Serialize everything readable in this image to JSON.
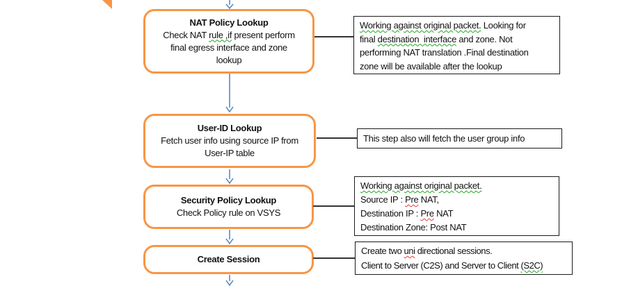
{
  "diagram": {
    "type": "flowchart",
    "flow_steps": [
      {
        "title": "NAT Policy Lookup",
        "body_lines": [
          [
            {
              "t": "Check NAT "
            },
            {
              "t": "rule ,if",
              "u": "green"
            },
            {
              "t": " present perform"
            }
          ],
          [
            {
              "t": "final egress interface and zone"
            }
          ],
          [
            {
              "t": "lookup"
            }
          ]
        ]
      },
      {
        "title": "User-ID Lookup",
        "body_lines": [
          [
            {
              "t": "Fetch user info using source IP from"
            }
          ],
          [
            {
              "t": "User-IP table"
            }
          ]
        ]
      },
      {
        "title": "Security Policy Lookup",
        "body_lines": [
          [
            {
              "t": "Check Policy rule on VSYS"
            }
          ]
        ]
      },
      {
        "title": "Create Session",
        "body_lines": []
      }
    ],
    "notes": [
      {
        "lines": [
          [
            {
              "t": "Working against original packet.",
              "u": "green"
            },
            {
              "t": " Looking for"
            }
          ],
          [
            {
              "t": "final "
            },
            {
              "t": "destination  interface",
              "u": "green"
            },
            {
              "t": " and zone. Not"
            }
          ],
          [
            {
              "t": "performing NAT translation .Final destination"
            }
          ],
          [
            {
              "t": "zone will be available after the lookup"
            }
          ]
        ]
      },
      {
        "lines": [
          [
            {
              "t": "This step also will fetch the user group info"
            }
          ]
        ]
      },
      {
        "lines": [
          [
            {
              "t": "Working against original packet.",
              "u": "green"
            }
          ],
          [
            {
              "t": "Source IP : "
            },
            {
              "t": "Pre",
              "u": "red"
            },
            {
              "t": " NAT,"
            }
          ],
          [
            {
              "t": "Destination IP : "
            },
            {
              "t": "Pre",
              "u": "red"
            },
            {
              "t": " NAT"
            }
          ],
          [
            {
              "t": "Destination Zone: Post NAT"
            }
          ]
        ]
      },
      {
        "lines": [
          [
            {
              "t": "Create two "
            },
            {
              "t": "uni",
              "u": "red"
            },
            {
              "t": " directional sessions."
            }
          ],
          [
            {
              "t": "Client to Server (C2S) and Server to Client "
            },
            {
              "t": "(S2C)",
              "u": "green"
            }
          ]
        ]
      }
    ],
    "colors": {
      "step_border": "#F79646",
      "arrow": "#4F81BD",
      "note_border": "#1A1A1A",
      "connector": "#333333",
      "grammar_squiggle": "#1DA81D",
      "spelling_squiggle": "#E53935",
      "background": "#FFFFFF",
      "text": "#111111"
    }
  }
}
